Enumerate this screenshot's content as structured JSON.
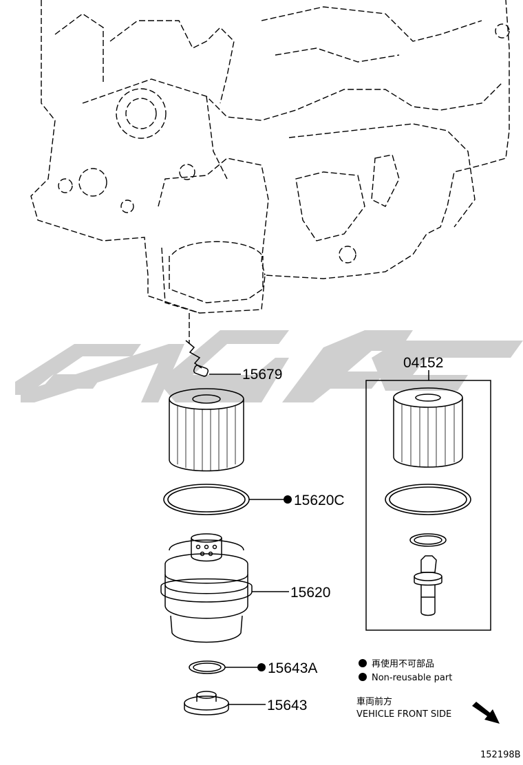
{
  "parts": {
    "drain_hose": "15679",
    "element_kit": "04152",
    "oring_large": "15620C",
    "filter_cap": "15620",
    "oring_small": "15643A",
    "drain_plug": "15643"
  },
  "legend": {
    "line1": "再使用不可部品",
    "line2": "Non-reusable part"
  },
  "direction": {
    "line1": "車両前方",
    "line2": "VEHICLE FRONT SIDE"
  },
  "reference": "152198B",
  "watermark_color": "#cfcfcf"
}
